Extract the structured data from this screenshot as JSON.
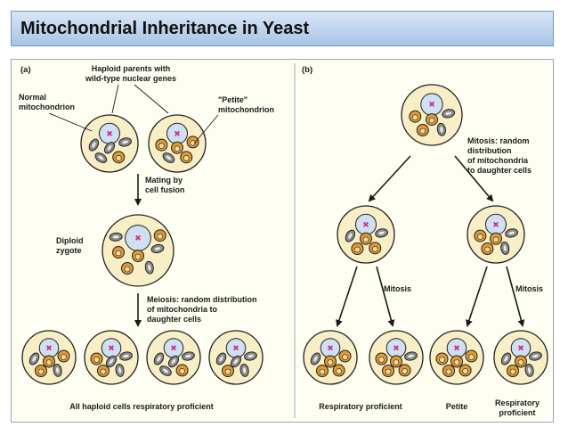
{
  "slide": {
    "title": "Mitochondrial Inheritance in Yeast"
  },
  "panel_a": {
    "tag": "(a)",
    "haploid_parents_line1": "Haploid parents with",
    "haploid_parents_line2": "wild-type nuclear genes",
    "normal_line1": "Normal",
    "normal_line2": "mitochondrion",
    "petite_line1": "\"Petite\"",
    "petite_line2": "mitochondrion",
    "mating_line1": "Mating by",
    "mating_line2": "cell fusion",
    "diploid_line1": "Diploid",
    "diploid_line2": "zygote",
    "meiosis_line1": "Meiosis: random distribution",
    "meiosis_line2": "of mitochondria to",
    "meiosis_line3": "daughter cells",
    "result": "All haploid cells respiratory proficient"
  },
  "panel_b": {
    "tag": "(b)",
    "mitosis_top_line1": "Mitosis: random",
    "mitosis_top_line2": "distribution",
    "mitosis_top_line3": "of mitochondria",
    "mitosis_top_line4": "to daughter cells",
    "mitosis_left": "Mitosis",
    "mitosis_right": "Mitosis",
    "result_left": "Respiratory proficient",
    "result_middle": "Petite",
    "result_right_line1": "Respiratory",
    "result_right_line2": "proficient"
  },
  "colors": {
    "cell_fill": "#f8efc7",
    "cell_outline": "#222222",
    "nucleus_fill": "#cfe0f2",
    "normal_mito": "#e09a2f",
    "petite_mito": "#8a8a8a",
    "chromosome": "#d0328e"
  }
}
